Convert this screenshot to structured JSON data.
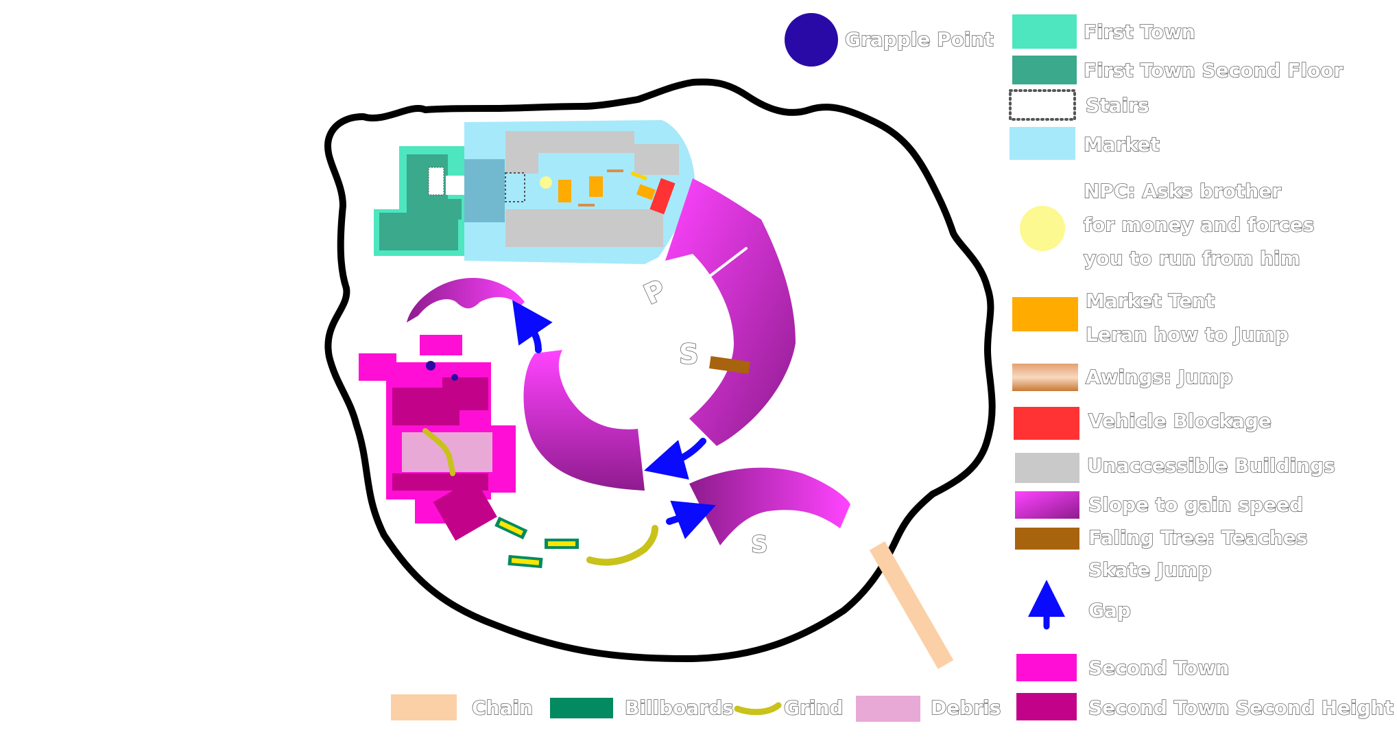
{
  "map": {
    "letters": {
      "p": "P",
      "s1": "S",
      "s2": "S"
    }
  },
  "legend": {
    "grapple_point": {
      "label": "Grapple Point",
      "color": "#2a0aa6",
      "icon": "circle"
    },
    "first_town": {
      "label": "First Town",
      "color": "#4de6bf"
    },
    "first_town_second_floor": {
      "label": "First Town Second Floor",
      "color": "#3aa98c"
    },
    "stairs": {
      "label": "Stairs",
      "icon": "dotted-rectangle"
    },
    "market": {
      "label": "Market",
      "color": "#a6e9fb"
    },
    "npc": {
      "lines": [
        "NPC: Asks brother",
        "for money and forces",
        "you to run from him"
      ],
      "color": "#fbf98f",
      "icon": "circle"
    },
    "market_tent": {
      "lines": [
        "Market Tent",
        "Leran how to Jump"
      ],
      "color": "#ffab00"
    },
    "awnings": {
      "label": "Awings: Jump",
      "color": "#d98f4a"
    },
    "vehicle_blockage": {
      "label": "Vehicle Blockage",
      "color": "#ff3333"
    },
    "unaccessible_buildings": {
      "label": "Unaccessible Buildings",
      "color": "#c9c9c9"
    },
    "slope": {
      "label": "Slope to gain speed",
      "color_start": "#8e1b8e",
      "color_end": "#ff44ff"
    },
    "falling_tree": {
      "lines": [
        "Faling Tree: Teaches",
        "Skate Jump"
      ],
      "color": "#a8630e"
    },
    "gap": {
      "label": "Gap",
      "color": "#0a0aff",
      "icon": "arrow-up"
    },
    "second_town": {
      "label": "Second Town",
      "color": "#ff0fd5"
    },
    "second_town_second_height": {
      "label": "Second Town Second Height",
      "color": "#c2038a"
    },
    "chain": {
      "label": "Chain",
      "color": "#fbd0a6"
    },
    "billboards": {
      "label": "Billboards",
      "color": "#048a60"
    },
    "grind": {
      "label": "Grind",
      "color": "#c8c21a"
    },
    "debris": {
      "label": "Debris",
      "color": "#e8a9d6"
    }
  }
}
